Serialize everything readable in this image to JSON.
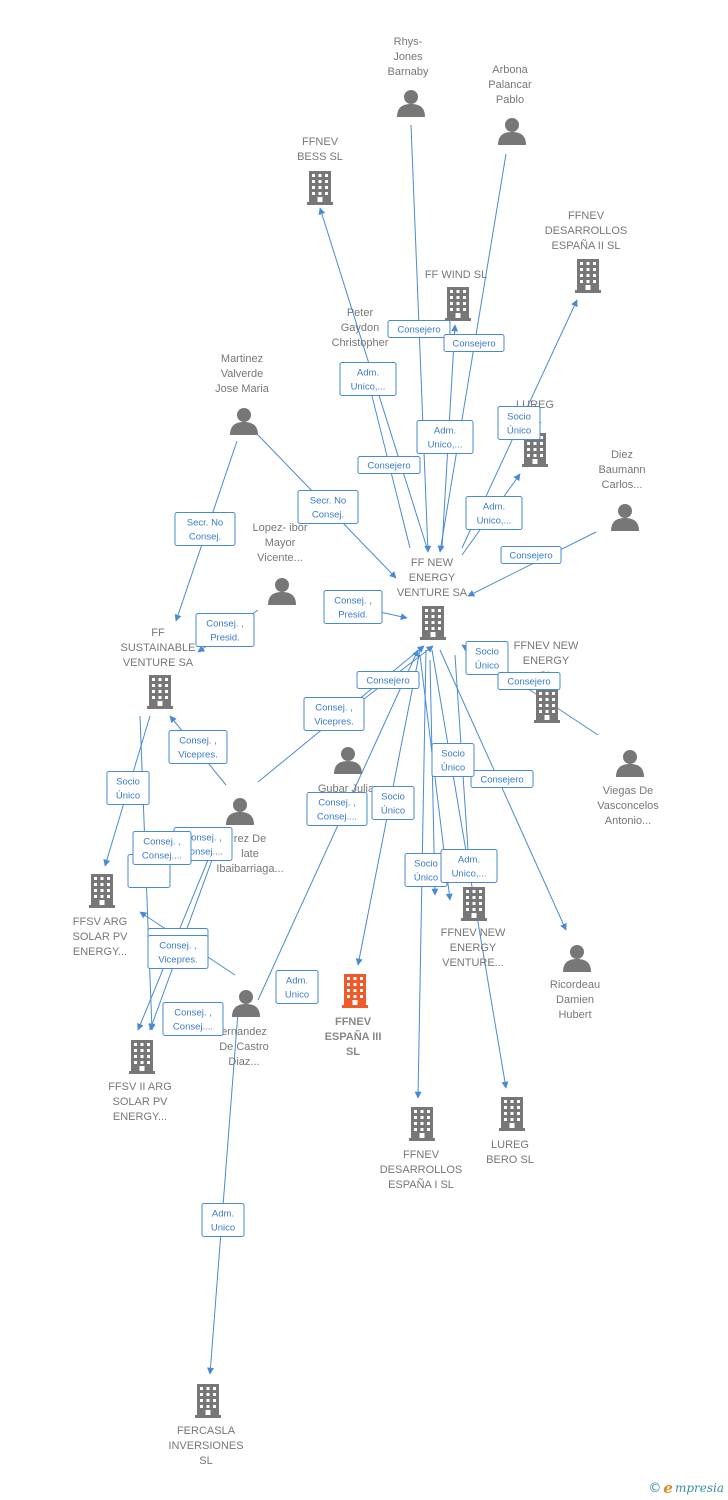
{
  "colors": {
    "company": "#777777",
    "company_focus": "#ee5a2a",
    "person": "#777777",
    "edge": "#4a8ad4",
    "label": "#777777"
  },
  "nodes": [
    {
      "id": "rhys",
      "kind": "person",
      "lines": [
        "Rhys-",
        "Jones",
        "Barnaby"
      ]
    },
    {
      "id": "arbona",
      "kind": "person",
      "lines": [
        "Arbona",
        "Palancar",
        "Pablo"
      ]
    },
    {
      "id": "bess",
      "kind": "company",
      "lines": [
        "FFNEV",
        "BESS  SL"
      ]
    },
    {
      "id": "desII",
      "kind": "company",
      "lines": [
        "FFNEV",
        "DESARROLLOS",
        "ESPAÑA II  SL"
      ]
    },
    {
      "id": "wind",
      "kind": "company",
      "lines": [
        "FF WIND  SL"
      ]
    },
    {
      "id": "peter",
      "kind": "person",
      "lines": [
        "Peter",
        "Gaydon",
        "Christopher"
      ]
    },
    {
      "id": "martinez",
      "kind": "person",
      "lines": [
        "Martinez",
        "Valverde",
        "Jose Maria"
      ]
    },
    {
      "id": "lureg",
      "kind": "company",
      "lines": [
        "LUREG",
        "SL"
      ]
    },
    {
      "id": "diez",
      "kind": "person",
      "lines": [
        "Diez",
        "Baumann",
        "Carlos..."
      ]
    },
    {
      "id": "lopez",
      "kind": "person",
      "lines": [
        "Lopez- ibor",
        "Mayor",
        "Vicente..."
      ]
    },
    {
      "id": "ffnew",
      "kind": "company",
      "lines": [
        "FF NEW",
        "ENERGY",
        "VENTURE SA"
      ]
    },
    {
      "id": "ffsust",
      "kind": "company",
      "lines": [
        "FF",
        "SUSTAINABLE",
        "VENTURE SA"
      ]
    },
    {
      "id": "ffnevnew",
      "kind": "company",
      "lines": [
        "FFNEV NEW",
        "ENERGY",
        "SL"
      ]
    },
    {
      "id": "viegas",
      "kind": "person",
      "lines": [
        "Viegas De",
        "Vasconcelos",
        "Antonio..."
      ]
    },
    {
      "id": "gubar",
      "kind": "person",
      "lines": [
        "Gubar Julia"
      ]
    },
    {
      "id": "alvarez",
      "kind": "person",
      "lines": [
        "rez De",
        "late",
        "Ibaibarriaga..."
      ]
    },
    {
      "id": "ffsvarg",
      "kind": "company",
      "lines": [
        "FFSV ARG",
        "SOLAR PV",
        "ENERGY..."
      ]
    },
    {
      "id": "ffnevnew2",
      "kind": "company",
      "lines": [
        "FFNEV NEW",
        "ENERGY",
        "VENTURE..."
      ]
    },
    {
      "id": "ricordeau",
      "kind": "person",
      "lines": [
        "Ricordeau",
        "Damien",
        "Hubert"
      ]
    },
    {
      "id": "fernandez",
      "kind": "person",
      "lines": [
        "ernandez",
        "De Castro",
        "Diaz..."
      ]
    },
    {
      "id": "esp3",
      "kind": "company",
      "focus": true,
      "lines": [
        "FFNEV",
        "ESPAÑA III",
        "SL"
      ]
    },
    {
      "id": "ffsv2",
      "kind": "company",
      "lines": [
        "FFSV II ARG",
        "SOLAR PV",
        "ENERGY..."
      ]
    },
    {
      "id": "desI",
      "kind": "company",
      "lines": [
        "FFNEV",
        "DESARROLLOS",
        "ESPAÑA I  SL"
      ]
    },
    {
      "id": "lureg_bero",
      "kind": "company",
      "lines": [
        "LUREG",
        "BERO  SL"
      ]
    },
    {
      "id": "fercasla",
      "kind": "company",
      "lines": [
        "FERCASLA",
        "INVERSIONES",
        "SL"
      ]
    }
  ],
  "edge_labels": [
    {
      "id": "e1",
      "lines": [
        "Consejero"
      ]
    },
    {
      "id": "e2",
      "lines": [
        "Consejero"
      ]
    },
    {
      "id": "e3",
      "lines": [
        "Adm.",
        "Unico,..."
      ]
    },
    {
      "id": "e4",
      "lines": [
        "Adm.",
        "Unico,..."
      ]
    },
    {
      "id": "e5",
      "lines": [
        "Socio",
        "Único"
      ]
    },
    {
      "id": "e6",
      "lines": [
        "Consejero"
      ]
    },
    {
      "id": "e7",
      "lines": [
        "Secr.  No",
        "Consej."
      ]
    },
    {
      "id": "e8",
      "lines": [
        "Secr.  No",
        "Consej."
      ]
    },
    {
      "id": "e9",
      "lines": [
        "Adm.",
        "Unico,..."
      ]
    },
    {
      "id": "e10",
      "lines": [
        "Consejero"
      ]
    },
    {
      "id": "e11",
      "lines": [
        "Consej. ,",
        "Presid."
      ]
    },
    {
      "id": "e12",
      "lines": [
        "Consej. ,",
        "Presid."
      ]
    },
    {
      "id": "e13",
      "lines": [
        "Consejero"
      ]
    },
    {
      "id": "e14",
      "lines": [
        "Socio",
        "Único"
      ]
    },
    {
      "id": "e15",
      "lines": [
        "Consejero"
      ]
    },
    {
      "id": "e16",
      "lines": [
        "Consej. ,",
        "Vicepres."
      ]
    },
    {
      "id": "e17",
      "lines": [
        "Consej. ,",
        "Vicepres."
      ]
    },
    {
      "id": "e18",
      "lines": [
        "Socio",
        "Único"
      ]
    },
    {
      "id": "e19",
      "lines": [
        "Consejero"
      ]
    },
    {
      "id": "e20",
      "lines": [
        "Socio",
        "Único"
      ]
    },
    {
      "id": "e21",
      "lines": [
        "Consej. ,",
        "Consej...."
      ]
    },
    {
      "id": "e22",
      "lines": [
        "Socio",
        "Único"
      ]
    },
    {
      "id": "e23",
      "lines": [
        "Consej. ,",
        "Consej...."
      ]
    },
    {
      "id": "e24",
      "lines": [
        "Consej. ,",
        "Vicepres."
      ]
    },
    {
      "id": "e25",
      "lines": [
        "Socio",
        "Único"
      ]
    },
    {
      "id": "e26",
      "lines": [
        "Adm.",
        "Unico,..."
      ]
    },
    {
      "id": "e27",
      "lines": [
        "Adm.",
        "Unico"
      ]
    },
    {
      "id": "e28",
      "lines": [
        "Consej. ,",
        "Consej...."
      ]
    },
    {
      "id": "e29",
      "lines": [
        "Adm.",
        "Unico"
      ]
    },
    {
      "id": "e30",
      "lines": [
        "Consej. ,",
        "Consej...."
      ]
    }
  ],
  "footer": {
    "copyright": "©",
    "brand_initial": "e",
    "brand_rest": "mpresia"
  }
}
